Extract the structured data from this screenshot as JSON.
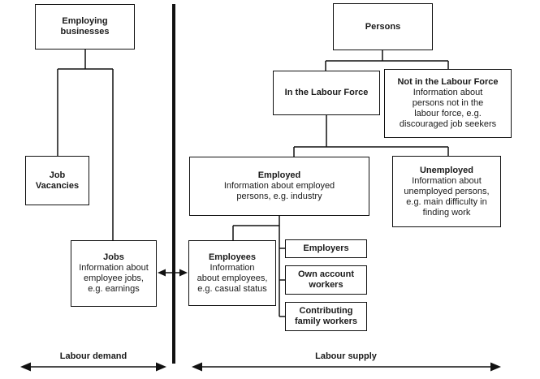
{
  "diagram": {
    "sections": {
      "demand_label": "Labour demand",
      "supply_label": "Labour supply"
    },
    "boxes": {
      "employing_businesses": {
        "title": "Employing\nbusinesses"
      },
      "job_vacancies": {
        "title": "Job\nVacancies"
      },
      "jobs": {
        "title": "Jobs",
        "desc": "Information about\nemployee jobs,\ne.g. earnings"
      },
      "persons": {
        "title": "Persons"
      },
      "in_labour_force": {
        "title": "In the Labour Force"
      },
      "not_in_labour_force": {
        "title": "Not in the Labour Force",
        "desc": "Information about\npersons not in the\nlabour force, e.g.\ndiscouraged job seekers"
      },
      "employed": {
        "title": "Employed",
        "desc": "Information about employed\npersons, e.g. industry"
      },
      "unemployed": {
        "title": "Unemployed",
        "desc": "Information about\nunemployed persons,\ne.g. main difficulty in\nfinding work"
      },
      "employees": {
        "title": "Employees",
        "desc": "Information\nabout employees,\ne.g. casual status"
      },
      "employers": {
        "title": "Employers"
      },
      "own_account_workers": {
        "title": "Own account\nworkers"
      },
      "contributing_family_workers": {
        "title": "Contributing\nfamily workers"
      }
    },
    "colors": {
      "line": "#000000",
      "background": "#ffffff",
      "text": "#1a1a1a"
    }
  }
}
